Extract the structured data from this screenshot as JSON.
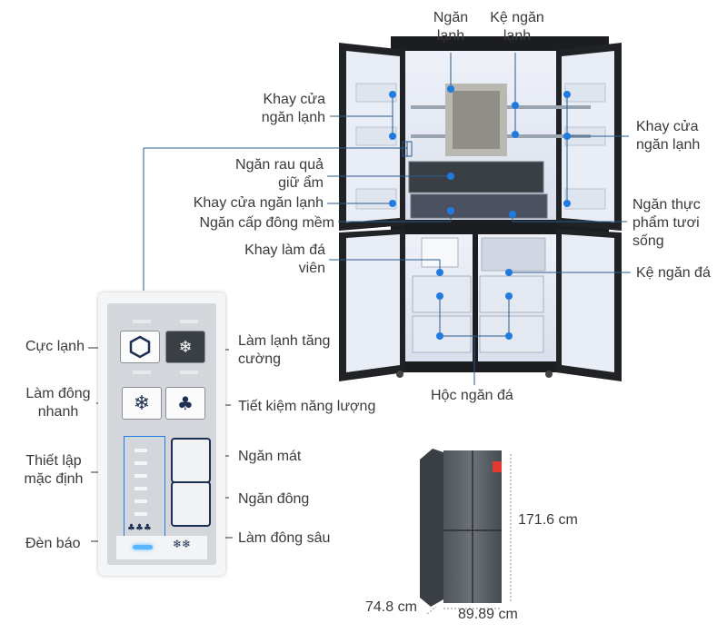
{
  "labels": {
    "ngan_lanh": "Ngăn lạnh",
    "ke_ngan_lanh": "Kệ ngăn lạnh",
    "khay_cua_left": "Khay cửa ngăn lạnh",
    "khay_cua_right": "Khay cửa ngăn lạnh",
    "ngan_rau": "Ngăn rau quả giữ ẩm",
    "khay_cua_mid": "Khay cửa ngăn lạnh",
    "ngan_cap_dong": "Ngăn cấp đông mềm",
    "ngan_thuc_pham": "Ngăn thực phẩm tươi sống",
    "khay_lam_da": "Khay làm đá viên",
    "ke_ngan_da": "Kệ ngăn đá",
    "hoc_ngan_da": "Hộc ngăn đá"
  },
  "panel": {
    "cuc_lanh": "Cực lạnh",
    "lam_lanh_tang_cuong": "Làm lạnh tăng cường",
    "lam_dong_nhanh": "Làm đông nhanh",
    "tiet_kiem": "Tiết kiệm năng lượng",
    "thiet_lap": "Thiết lập mặc định",
    "ngan_mat": "Ngăn mát",
    "ngan_dong": "Ngăn đông",
    "den_bao": "Đèn báo",
    "lam_dong_sau": "Làm đông sâu"
  },
  "dimensions": {
    "height": "171.6 cm",
    "depth": "74.8 cm",
    "width": "89.89 cm"
  },
  "colors": {
    "accent": "#1f7be0",
    "line": "#2a5c8f",
    "fridge_body": "#1b1d21"
  }
}
